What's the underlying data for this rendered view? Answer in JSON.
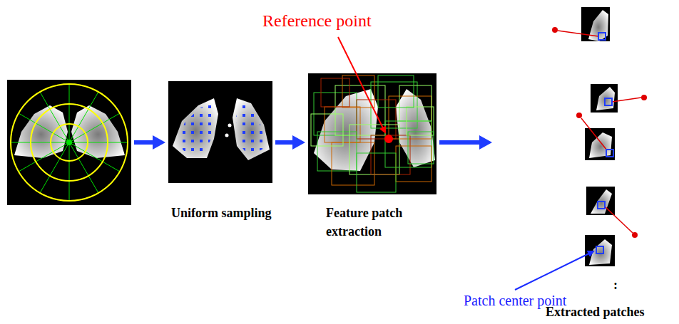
{
  "diagram": {
    "nodes": [
      {
        "text": [
          "Uniform sampling"
        ]
      },
      {
        "text": [
          "Feature patch extraction"
        ]
      },
      {
        "text": [
          "Extracted patches"
        ]
      }
    ],
    "edges": [
      {
        "from": 0,
        "to": 1,
        "arrow": "to"
      },
      {
        "from": 1,
        "to": 2,
        "arrow": "to"
      }
    ],
    "labels": [
      "Reference point",
      "Patch center point",
      ":"
    ]
  }
}
